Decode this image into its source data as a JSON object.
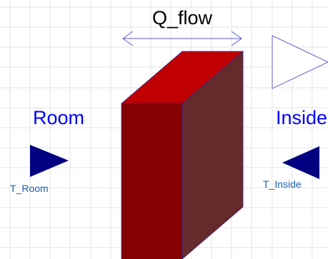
{
  "diagram": {
    "title": "Q_flow",
    "left_port": {
      "name": "Room",
      "sublabel": "T_Room"
    },
    "right_port": {
      "name": "Inside",
      "sublabel": "T_Inside"
    },
    "colors": {
      "grid": "#e3e3e3",
      "wall_front": "#850000",
      "wall_top": "#c00000",
      "wall_side": "#652a2a",
      "wall_outline": "#3a1d8f",
      "port_fill": "#000080",
      "port_label": "#0000ff",
      "sublabel": "#1e62b4",
      "arrow": "#5a5ad2"
    }
  }
}
